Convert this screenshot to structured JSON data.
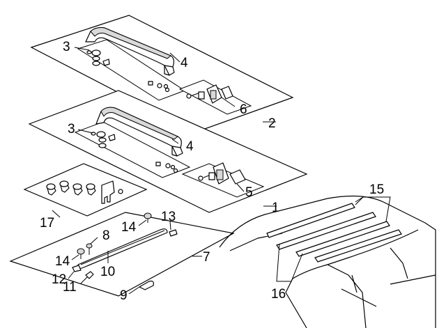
{
  "callouts": {
    "c1": "1",
    "c2": "2",
    "c3a": "3",
    "c3b": "3",
    "c4a": "4",
    "c4b": "4",
    "c5": "5",
    "c6": "6",
    "c7": "7",
    "c8": "8",
    "c9": "9",
    "c10": "10",
    "c11": "11",
    "c12": "12",
    "c13": "13",
    "c14a": "14",
    "c14b": "14",
    "c15": "15",
    "c16": "16",
    "c17": "17"
  }
}
